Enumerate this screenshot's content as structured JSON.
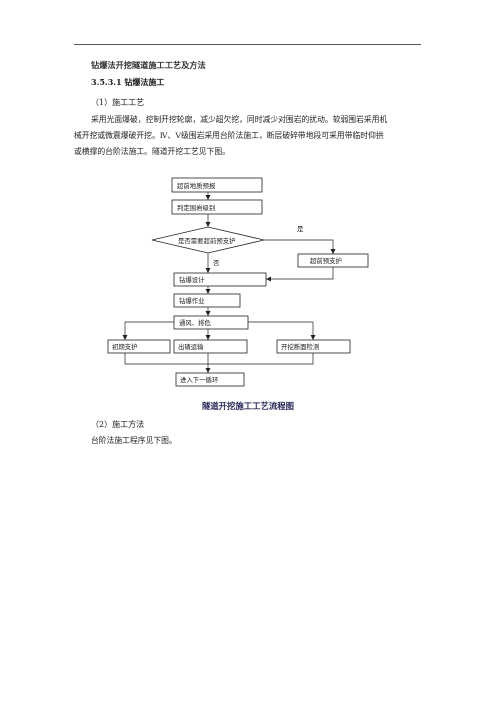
{
  "doc": {
    "title": "钻爆法开挖隧道施工工艺及方法",
    "section": "3.5.3.1 钻爆法施工",
    "sub1": "（1）施工工艺",
    "para1_line1": "采用光面爆破，控制开挖轮廓，减少超欠挖，同时减少对围岩的扰动。软弱围岩采用机",
    "para1_line2": "械开挖或微震爆破开挖。Ⅳ、Ⅴ级围岩采用台阶法施工，断层破碎带地段可采用带临时仰拱",
    "para1_line3": "或横撑的台阶法施工。隧道开挖工艺见下图。",
    "caption": "隧道开挖施工工艺流程图",
    "sub2": "（2）施工方法",
    "para2": "台阶法施工程序见下图。"
  },
  "flow": {
    "n1": "超前地质预报",
    "n2": "判定围岩级别",
    "decision": "是否需要超前预支护",
    "yes": "是",
    "no": "否",
    "pre_support": "超前预支护",
    "n3": "钻爆设计",
    "n4": "钻爆作业",
    "n5": "通风、排危",
    "b1": "初期支护",
    "b2": "出碴运输",
    "b3": "开挖断面检测",
    "n6": "进入下一循环"
  }
}
